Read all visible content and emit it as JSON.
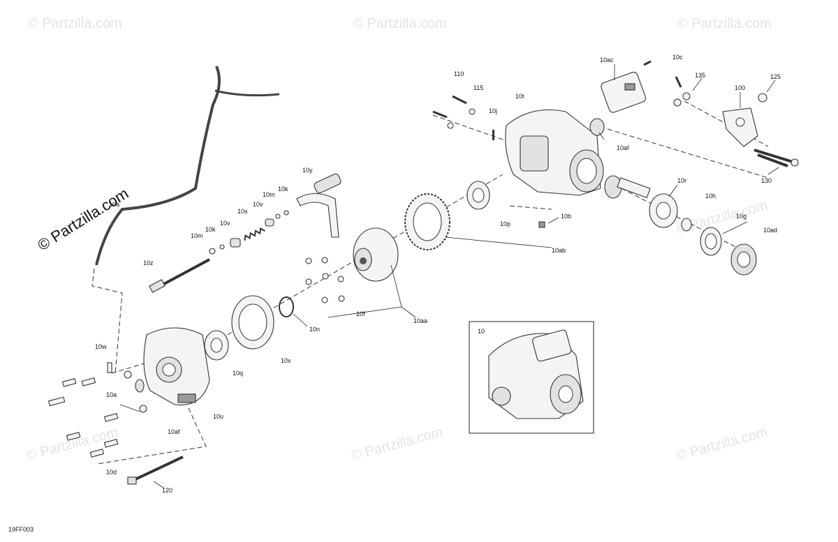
{
  "watermark": {
    "text": "© Partzilla.com",
    "large_text": "© Partzilla.com"
  },
  "diagram_code": "19FF003",
  "inset_label": "10",
  "labels": {
    "l10a_top": "10a",
    "l10y": "10y",
    "l10k_a": "10k",
    "l10m_a": "10m",
    "l10v_a": "10v",
    "l10s": "10s",
    "l10v_b": "10v",
    "l10k_b": "10k",
    "l10m_b": "10m",
    "l10z": "10z",
    "l10w": "10w",
    "l10a_bot": "10a",
    "l10af_bot": "10af",
    "l10u": "10u",
    "l10q": "10q",
    "l10x": "10x",
    "l10n": "10n",
    "l10f": "10f",
    "l10aa": "10aa",
    "l10d": "10d",
    "l120": "120",
    "l110": "110",
    "l115": "115",
    "l10j": "10j",
    "l10t": "10t",
    "l10ac": "10ac",
    "l10c": "10c",
    "l135": "135",
    "l125": "125",
    "l100": "100",
    "l10af_top": "10af",
    "l130": "130",
    "l10r": "10r",
    "l10h": "10h",
    "l10g": "10g",
    "l10ad": "10ad",
    "l10p": "10p",
    "l10b": "10b",
    "l10ab": "10ab"
  }
}
